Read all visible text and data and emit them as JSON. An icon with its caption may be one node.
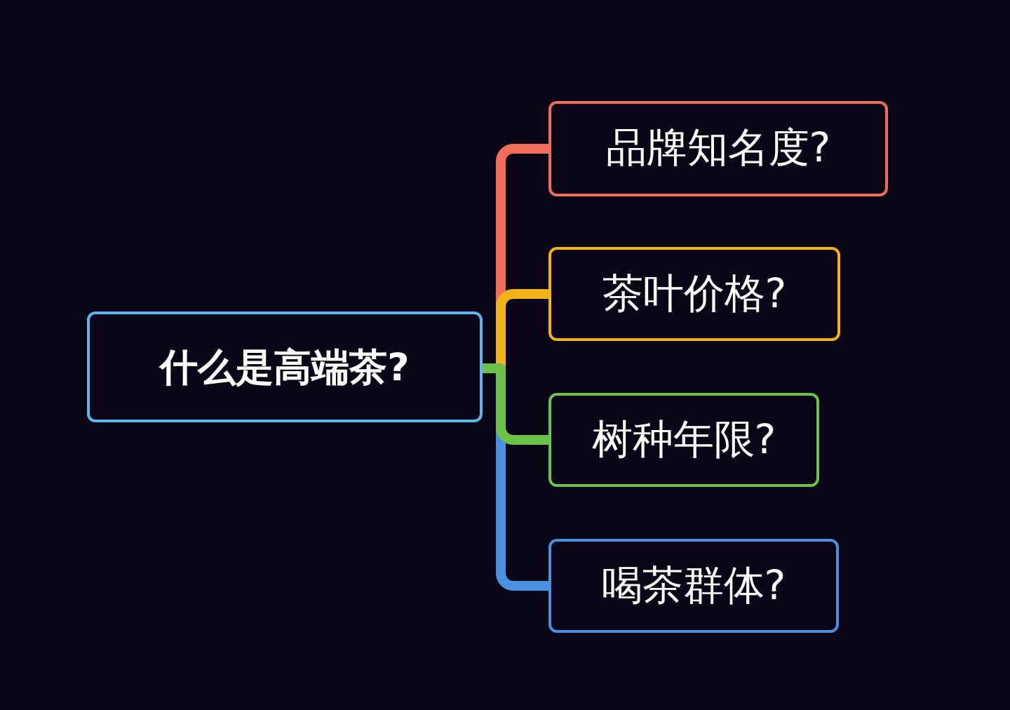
{
  "diagram": {
    "nodes": [
      {
        "text": [
          "什么是高端茶?"
        ]
      },
      {
        "text": [
          "品牌知名度?"
        ]
      },
      {
        "text": [
          "茶叶价格?"
        ]
      },
      {
        "text": [
          "树种年限?"
        ]
      },
      {
        "text": [
          "喝茶群体?"
        ]
      }
    ],
    "edges": [
      {
        "from": 0,
        "to": 1,
        "arrow": "none",
        "color": "#f26b5b"
      },
      {
        "from": 0,
        "to": 2,
        "arrow": "none",
        "color": "#f5b31b"
      },
      {
        "from": 0,
        "to": 3,
        "arrow": "none",
        "color": "#6cc24a"
      },
      {
        "from": 0,
        "to": 4,
        "arrow": "none",
        "color": "#4a8fe0"
      }
    ]
  }
}
